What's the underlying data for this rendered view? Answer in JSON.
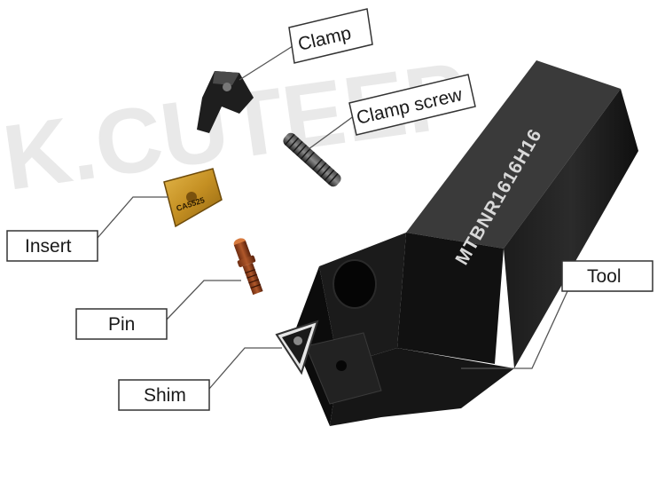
{
  "watermark": "K.CUTEEP",
  "tool_marking": "MTBNR1616H16",
  "insert_marking": "CA5525",
  "labels": {
    "clamp": "Clamp",
    "clamp_screw": "Clamp screw",
    "insert": "Insert",
    "pin": "Pin",
    "tool": "Tool",
    "shim": "Shim"
  },
  "colors": {
    "label_border": "#333333",
    "leader_line": "#555555",
    "tool_body": "#141414",
    "insert_gold": "#c89a2c"
  }
}
